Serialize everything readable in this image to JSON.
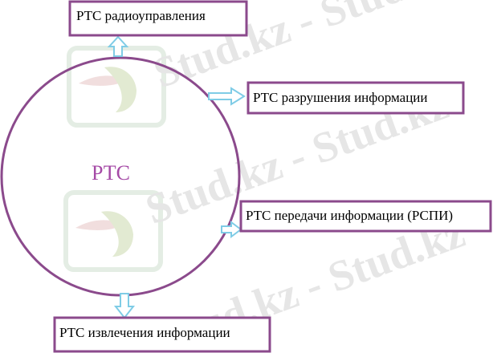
{
  "center": {
    "label": "РТС"
  },
  "nodes": {
    "radio_control": "РТС радиоуправления",
    "info_destruction": "РТС разрушения информации",
    "info_transmission": "РТС передачи информации (РСПИ)",
    "info_extraction": "РТС извлечения информации"
  },
  "watermark": {
    "text": "Stud.kz - Stud.kz"
  },
  "colors": {
    "circle_stroke": "#8b4a8c",
    "circle_label": "#a54aa6",
    "box_stroke": "#8b4a8c",
    "arrow_stroke": "#7fcce6"
  }
}
